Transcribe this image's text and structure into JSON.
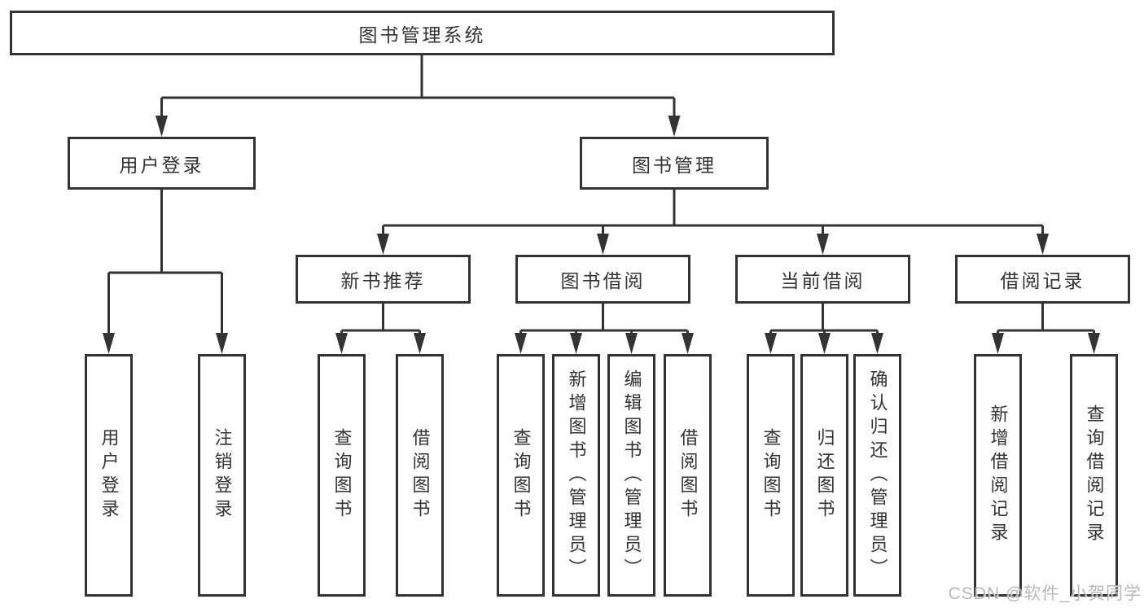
{
  "tree": {
    "root": {
      "label": "图书管理系统"
    },
    "branches": [
      {
        "label": "用户登录",
        "children": [
          {
            "label": "用户登录"
          },
          {
            "label": "注销登录"
          }
        ]
      },
      {
        "label": "图书管理",
        "children": [
          {
            "label": "新书推荐",
            "children": [
              {
                "label": "查询图书"
              },
              {
                "label": "借阅图书"
              }
            ]
          },
          {
            "label": "图书借阅",
            "children": [
              {
                "label": "查询图书"
              },
              {
                "label": "新增图书（管理员）"
              },
              {
                "label": "编辑图书（管理员）"
              },
              {
                "label": "借阅图书"
              }
            ]
          },
          {
            "label": "当前借阅",
            "children": [
              {
                "label": "查询图书"
              },
              {
                "label": "归还图书"
              },
              {
                "label": "确认归还（管理员）"
              }
            ]
          },
          {
            "label": "借阅记录",
            "children": [
              {
                "label": "新增借阅记录"
              },
              {
                "label": "查询借阅记录"
              }
            ]
          }
        ]
      }
    ]
  },
  "watermark": {
    "text": "CSDN @软件_小贺同学"
  },
  "colors": {
    "line": "#333333",
    "text": "#333333",
    "background": "#ffffff",
    "watermark": "#a8a8a8"
  }
}
